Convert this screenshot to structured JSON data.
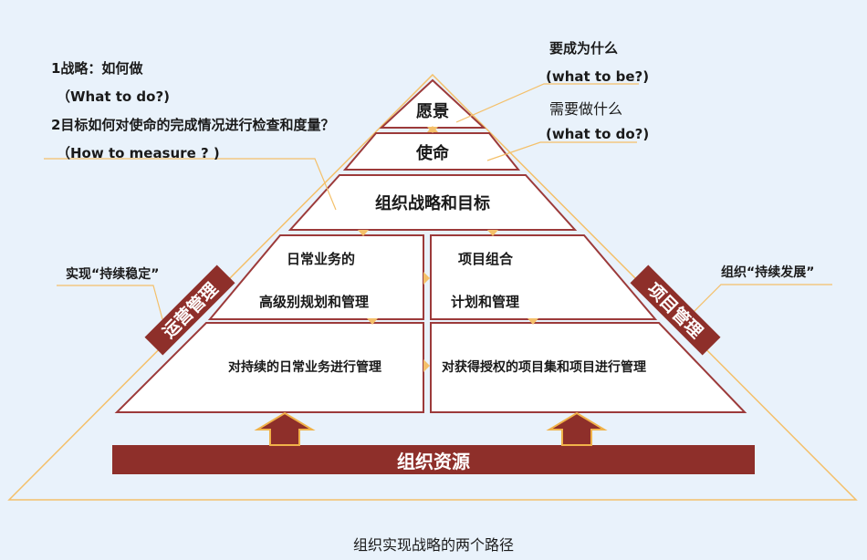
{
  "pyramid": {
    "vision": "愿景",
    "mission": "使命",
    "strategy": "组织战略和目标"
  },
  "left_notes": {
    "line1": "1战略：如何做",
    "line2": "（What to do?)",
    "line3": "2目标如何对使命的完成情况进行检查和度量？",
    "line4": "（How to measure ? )"
  },
  "right_notes": {
    "line1": "要成为什么",
    "line2": "(what to be?)",
    "line3": "需要做什么",
    "line4": "(what to do?)"
  },
  "boxes": {
    "ops_top_1": "日常业务的",
    "ops_top_2": "高级别规划和管理",
    "proj_top_1": "项目组合",
    "proj_top_2": "计划和管理",
    "ops_bottom": "对持续的日常业务进行管理",
    "proj_bottom": "对获得授权的项目集和项目进行管理"
  },
  "side_labels": {
    "left_goal": "实现“持续稳定”",
    "right_goal": "组织“持续发展”",
    "left_tag": "运营管理",
    "right_tag": "项目管理"
  },
  "resources": "组织资源",
  "caption": "组织实现战略的两个路径",
  "colors": {
    "background": "#e9f2fb",
    "stroke": "#9c3a3a",
    "accent": "#8e2f2a",
    "connector": "#f4c06a",
    "arrow": "#f0b24a"
  }
}
